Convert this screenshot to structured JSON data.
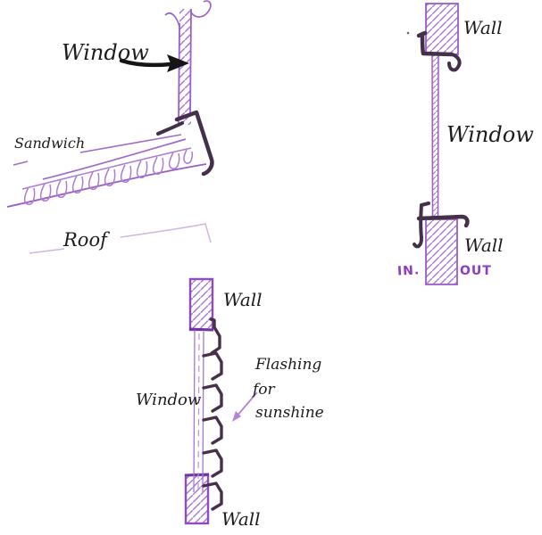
{
  "colors": {
    "ink_purple": "#9b5ec6",
    "ink_light_purple": "#ab7cd2",
    "ink_dark_plum": "#45304a",
    "marker_purple": "#8e3cc4",
    "label_black": "#1c1c1c"
  },
  "roof_junction": {
    "window_label": "Window",
    "sandwich_label": "Sandwich",
    "roof_label": "Roof"
  },
  "wall_section": {
    "wall_top_label": "Wall",
    "window_label": "Window",
    "wall_bottom_label": "Wall",
    "inside_label": "IN.",
    "outside_label": "OUT"
  },
  "flashing_section": {
    "wall_top_label": "Wall",
    "window_label": "Window",
    "note_line1": "Flashing",
    "note_line2": "for",
    "note_line3": "sunshine",
    "wall_bottom_label": "Wall"
  }
}
